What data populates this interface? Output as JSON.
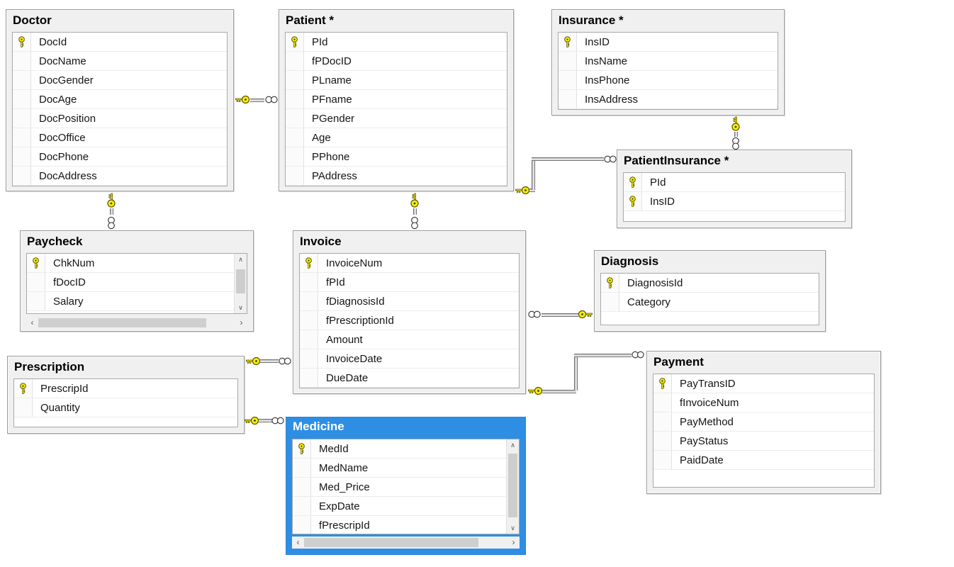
{
  "tables": [
    {
      "id": "doctor",
      "title": "Doctor",
      "columns": [
        {
          "name": "DocId",
          "key": true
        },
        {
          "name": "DocName"
        },
        {
          "name": "DocGender"
        },
        {
          "name": "DocAge"
        },
        {
          "name": "DocPosition"
        },
        {
          "name": "DocOffice"
        },
        {
          "name": "DocPhone"
        },
        {
          "name": "DocAddress"
        }
      ]
    },
    {
      "id": "patient",
      "title": "Patient *",
      "columns": [
        {
          "name": "PId",
          "key": true
        },
        {
          "name": "fPDocID"
        },
        {
          "name": "PLname"
        },
        {
          "name": "PFname"
        },
        {
          "name": "PGender"
        },
        {
          "name": "Age"
        },
        {
          "name": "PPhone"
        },
        {
          "name": "PAddress"
        }
      ]
    },
    {
      "id": "insurance",
      "title": "Insurance *",
      "columns": [
        {
          "name": "InsID",
          "key": true
        },
        {
          "name": "InsName"
        },
        {
          "name": "InsPhone"
        },
        {
          "name": "InsAddress"
        }
      ]
    },
    {
      "id": "patient_insurance",
      "title": "PatientInsurance *",
      "columns": [
        {
          "name": "PId",
          "key": true
        },
        {
          "name": "InsID",
          "key": true
        }
      ]
    },
    {
      "id": "paycheck",
      "title": "Paycheck",
      "scrollbars": [
        "vertical",
        "horizontal"
      ],
      "columns": [
        {
          "name": "ChkNum",
          "key": true
        },
        {
          "name": "fDocID"
        },
        {
          "name": "Salary"
        }
      ]
    },
    {
      "id": "invoice",
      "title": "Invoice",
      "columns": [
        {
          "name": "InvoiceNum",
          "key": true
        },
        {
          "name": "fPId"
        },
        {
          "name": "fDiagnosisId"
        },
        {
          "name": "fPrescriptionId"
        },
        {
          "name": "Amount"
        },
        {
          "name": "InvoiceDate"
        },
        {
          "name": "DueDate"
        }
      ]
    },
    {
      "id": "diagnosis",
      "title": "Diagnosis",
      "columns": [
        {
          "name": "DiagnosisId",
          "key": true
        },
        {
          "name": "Category"
        }
      ]
    },
    {
      "id": "prescription",
      "title": "Prescription",
      "columns": [
        {
          "name": "PrescripId",
          "key": true
        },
        {
          "name": "Quantity"
        }
      ]
    },
    {
      "id": "payment",
      "title": "Payment",
      "columns": [
        {
          "name": "PayTransID",
          "key": true
        },
        {
          "name": "fInvoiceNum"
        },
        {
          "name": "PayMethod"
        },
        {
          "name": "PayStatus"
        },
        {
          "name": "PaidDate"
        }
      ]
    },
    {
      "id": "medicine",
      "title": "Medicine",
      "selected": true,
      "scrollbars": [
        "vertical",
        "horizontal"
      ],
      "columns": [
        {
          "name": "MedId",
          "key": true
        },
        {
          "name": "MedName"
        },
        {
          "name": "Med_Price"
        },
        {
          "name": "ExpDate"
        },
        {
          "name": "fPrescripId"
        }
      ]
    }
  ],
  "relationships": [
    {
      "one": "Doctor",
      "many": "Patient"
    },
    {
      "one": "Doctor",
      "many": "Paycheck"
    },
    {
      "one": "Patient",
      "many": "Invoice"
    },
    {
      "one": "Patient",
      "many": "PatientInsurance"
    },
    {
      "one": "Insurance",
      "many": "PatientInsurance"
    },
    {
      "one": "Diagnosis",
      "many": "Invoice"
    },
    {
      "one": "Invoice",
      "many": "Payment"
    },
    {
      "one": "Prescription",
      "many": "Invoice"
    },
    {
      "one": "Prescription",
      "many": "Medicine"
    }
  ],
  "icons": {
    "primary_key_icon": "yellow-key",
    "one_end_icon": "key",
    "many_end_icon": "infinity",
    "scroll_up_glyph": "∧",
    "scroll_down_glyph": "∨",
    "scroll_left_glyph": "‹",
    "scroll_right_glyph": "›"
  },
  "colors": {
    "canvas_bg": "#FFFFFF",
    "table_bg": "#F0F0F0",
    "selected_table": "#2E8EE3",
    "primary_key_yellow": "#F7EF02",
    "connector_gray": "#6F6F6F"
  }
}
